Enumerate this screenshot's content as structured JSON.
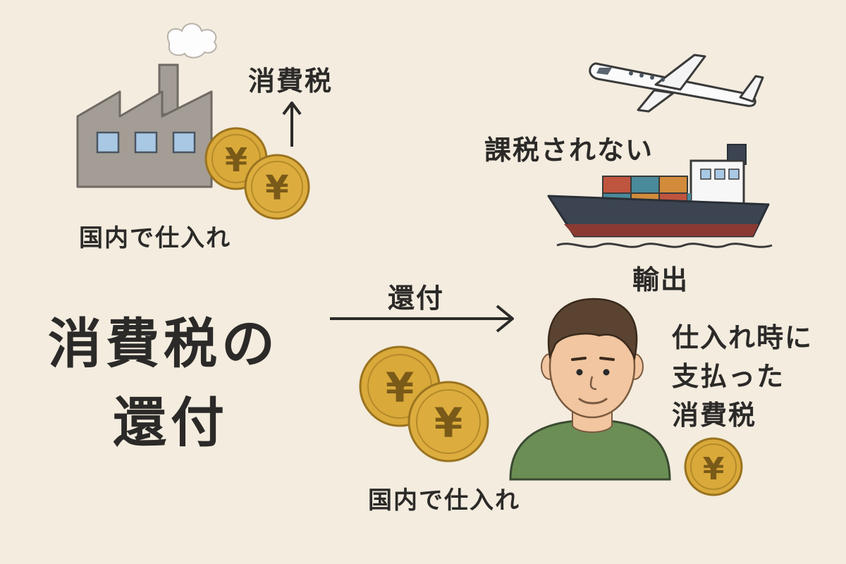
{
  "title": {
    "line1": "消費税の",
    "line2": "還付"
  },
  "labels": {
    "tax_top": "消費税",
    "domestic_purchase_top": "国内で仕入れ",
    "not_taxed": "課税されない",
    "export": "輸出",
    "refund": "還付",
    "domestic_purchase_bottom": "国内で仕入れ",
    "paid_tax": [
      "仕入れ時に",
      "支払った",
      "消費税"
    ]
  },
  "coin_symbol": "¥",
  "colors": {
    "background": "#f3ecdf",
    "text": "#2b2a28",
    "coin": "#d9a93a",
    "coin_edge": "#9b7320",
    "factory": "#a39d95",
    "ship_hull": "#3b4450",
    "ship_bottom": "#8b3a32",
    "shirt": "#6b8e55",
    "hair": "#5a4330"
  },
  "icons": [
    "factory-icon",
    "airplane-icon",
    "cargo-ship-icon",
    "person-icon",
    "yen-coin-icon",
    "arrow-up-icon",
    "arrow-right-icon"
  ]
}
